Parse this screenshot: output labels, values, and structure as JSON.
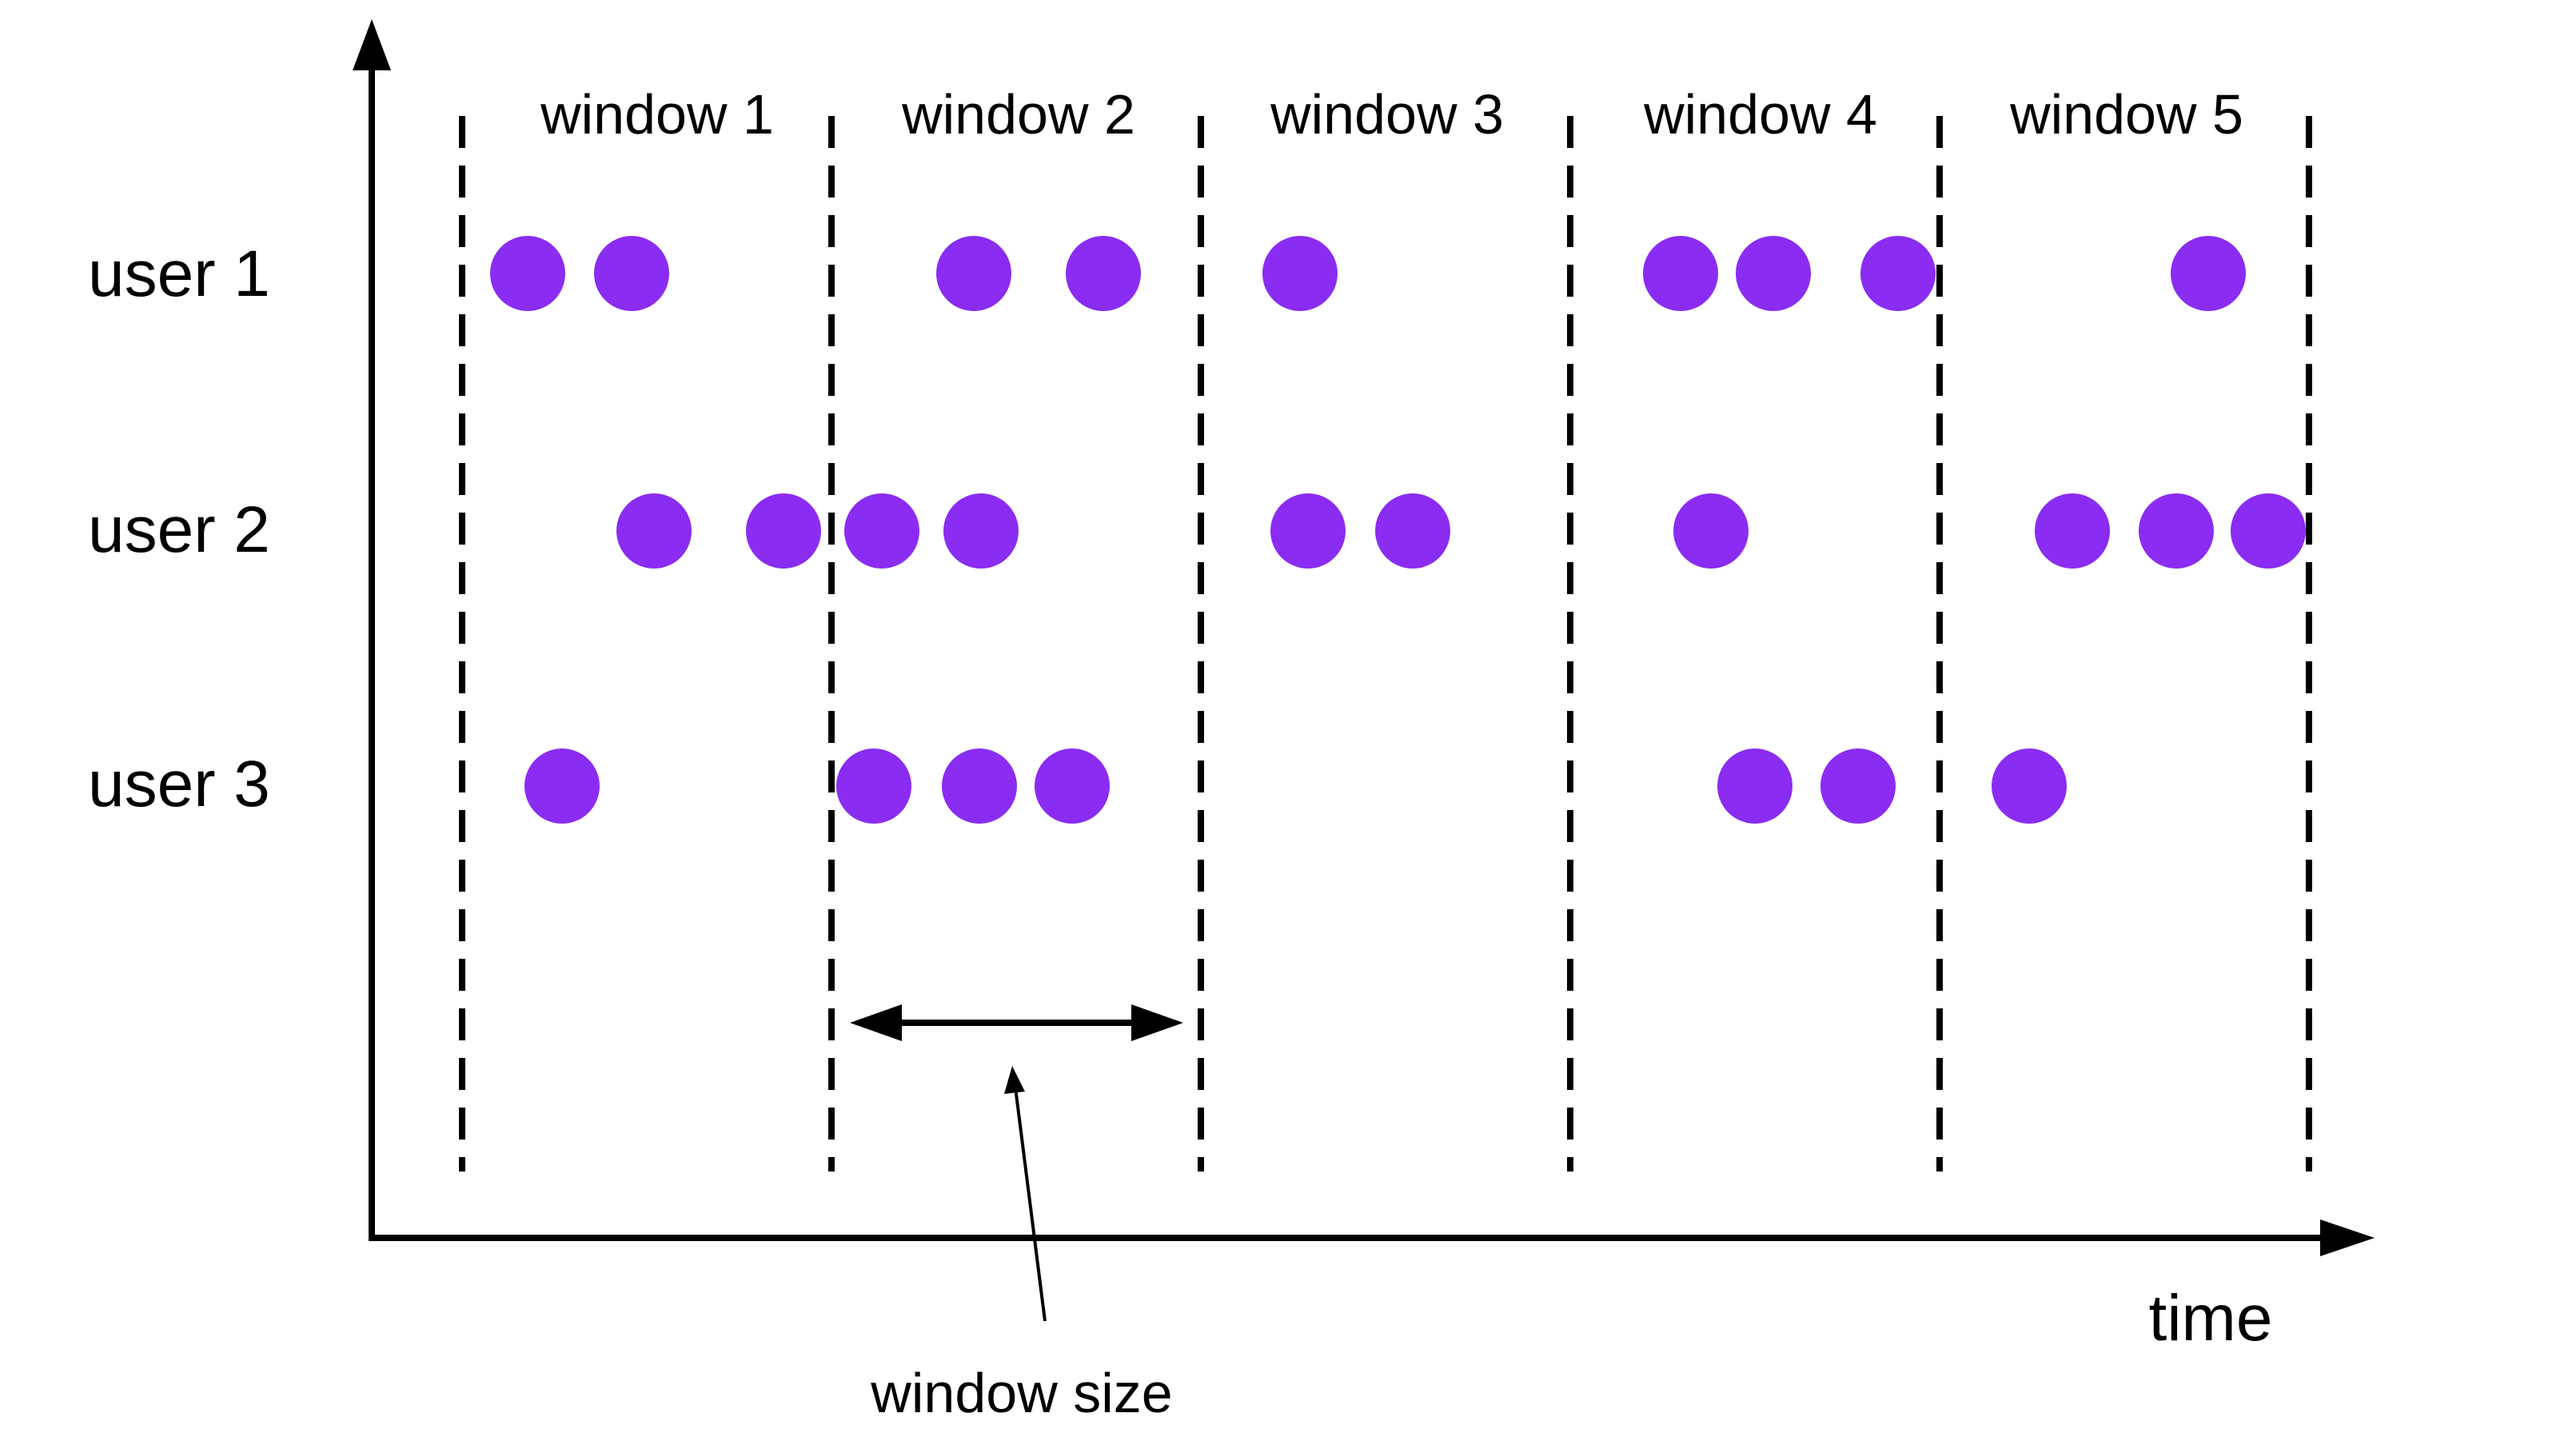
{
  "colors": {
    "event": "#8a2cf2",
    "line": "#000000",
    "background": "#ffffff"
  },
  "windows": [
    {
      "label": "window 1"
    },
    {
      "label": "window 2"
    },
    {
      "label": "window 3"
    },
    {
      "label": "window 4"
    },
    {
      "label": "window 5"
    }
  ],
  "users": [
    {
      "label": "user 1"
    },
    {
      "label": "user 2"
    },
    {
      "label": "user 3"
    }
  ],
  "axis": {
    "x_label": "time"
  },
  "annotation": {
    "window_size_label": "window size"
  },
  "events": [
    {
      "user": 1,
      "window": 1,
      "count": 2
    },
    {
      "user": 1,
      "window": 2,
      "count": 2
    },
    {
      "user": 1,
      "window": 3,
      "count": 1
    },
    {
      "user": 1,
      "window": 4,
      "count": 3
    },
    {
      "user": 1,
      "window": 5,
      "count": 1
    },
    {
      "user": 2,
      "window": 1,
      "count": 2
    },
    {
      "user": 2,
      "window": 2,
      "count": 2
    },
    {
      "user": 2,
      "window": 3,
      "count": 2
    },
    {
      "user": 2,
      "window": 4,
      "count": 1
    },
    {
      "user": 2,
      "window": 5,
      "count": 3
    },
    {
      "user": 3,
      "window": 1,
      "count": 1
    },
    {
      "user": 3,
      "window": 2,
      "count": 3
    },
    {
      "user": 3,
      "window": 4,
      "count": 2
    },
    {
      "user": 3,
      "window": 5,
      "count": 1
    }
  ]
}
